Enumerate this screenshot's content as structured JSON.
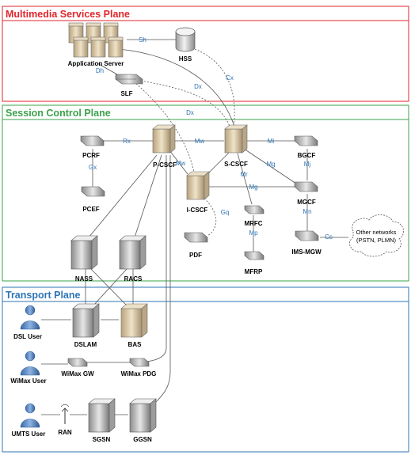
{
  "planes": {
    "multimedia": {
      "title": "Multimedia Services Plane",
      "color": "#e1262b"
    },
    "session": {
      "title": "Session Control Plane",
      "color": "#3aa34a"
    },
    "transport": {
      "title": "Transport Plane",
      "color": "#2e75b6"
    }
  },
  "nodes": {
    "app_server": "Application Server",
    "hss": "HSS",
    "slf": "SLF",
    "pcrf": "PCRF",
    "pcef": "PCEF",
    "pcscf": "P-CSCF",
    "scscf": "S-CSCF",
    "icscf": "I-CSCF",
    "bgcf": "BGCF",
    "mgcf": "MGCF",
    "imsmgw": "IMS-MGW",
    "mrfc": "MRFC",
    "mfrp": "MFRP",
    "pdf": "PDF",
    "nass": "NASS",
    "racs": "RACS",
    "dsl_user": "DSL User",
    "dslam": "DSLAM",
    "bas": "BAS",
    "wimax_user": "WiMax User",
    "wimax_gw": "WiMax GW",
    "wimax_pdg": "WiMax PDG",
    "umts_user": "UMTS User",
    "ran": "RAN",
    "sgsn": "SGSN",
    "ggsn": "GGSN",
    "other_networks_line1": "Other networks",
    "other_networks_line2": "(PSTN, PLMN)"
  },
  "interfaces": {
    "sh": "Sh",
    "cx": "Cx",
    "dh": "Dh",
    "dx1": "Dx",
    "dx2": "Dx",
    "rx": "Rx",
    "gx": "Gx",
    "mw1": "Mw",
    "mw2": "Mw",
    "mi": "Mi",
    "mj": "Mj",
    "mg1": "Mg",
    "mg2": "Mg",
    "mr": "Mr",
    "gq": "Gq",
    "mp": "Mp",
    "mn": "Mn",
    "cs": "Cs"
  },
  "colors": {
    "interface_label": "#2e75b6",
    "server_face": "#d9d9d9",
    "server_tan": "#d8c8a8",
    "user_blue": "#4f81bd",
    "tape_grey": "#a6a6a6"
  }
}
